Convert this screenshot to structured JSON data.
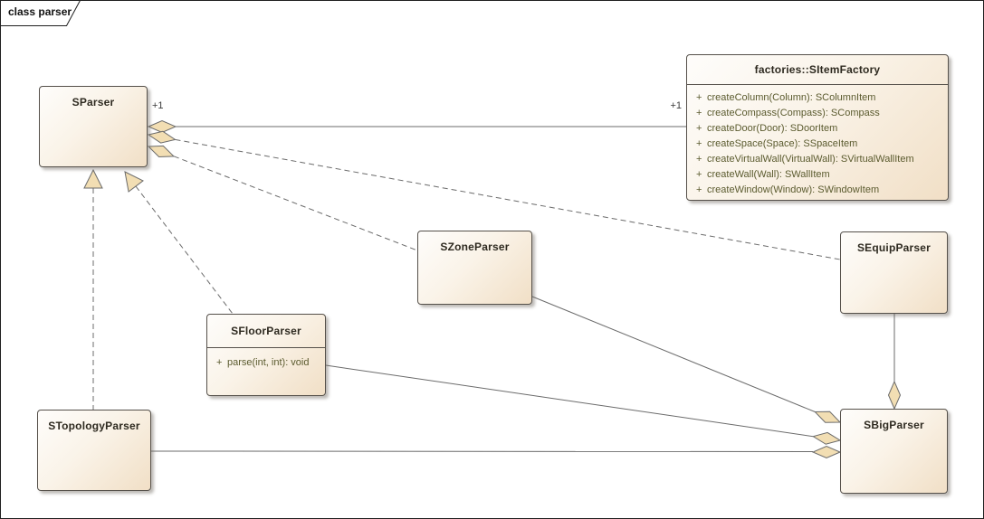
{
  "frame": {
    "title": "class parser"
  },
  "colors": {
    "box_fill_light": "#fefdfb",
    "box_fill_dark": "#f1dfc6",
    "box_border": "#55504a",
    "line": "#6b6b6b",
    "adornment_fill": "#f2deb3",
    "method_text": "#5b5b2f",
    "title_text": "#2e2a20"
  },
  "diagram": {
    "classes": [
      {
        "name": "SParser",
        "methods": []
      },
      {
        "name": "factories::SItemFactory",
        "methods": [
          {
            "vis": "+",
            "sig": "createColumn(Column): SColumnItem"
          },
          {
            "vis": "+",
            "sig": "createCompass(Compass): SCompass"
          },
          {
            "vis": "+",
            "sig": "createDoor(Door): SDoorItem"
          },
          {
            "vis": "+",
            "sig": "createSpace(Space): SSpaceItem"
          },
          {
            "vis": "+",
            "sig": "createVirtualWall(VirtualWall): SVirtualWallItem"
          },
          {
            "vis": "+",
            "sig": "createWall(Wall): SWallItem"
          },
          {
            "vis": "+",
            "sig": "createWindow(Window): SWindowItem"
          }
        ]
      },
      {
        "name": "SZoneParser",
        "methods": []
      },
      {
        "name": "SEquipParser",
        "methods": []
      },
      {
        "name": "SFloorParser",
        "methods": [
          {
            "vis": "+",
            "sig": "parse(int, int): void"
          }
        ]
      },
      {
        "name": "STopologyParser",
        "methods": []
      },
      {
        "name": "SBigParser",
        "methods": []
      }
    ],
    "multiplicity_labels": [
      {
        "text": "+1",
        "near": "SParser"
      },
      {
        "text": "+1",
        "near": "factories::SItemFactory"
      }
    ],
    "edges": [
      {
        "from": "SParser",
        "to": "factories::SItemFactory",
        "style": "solid",
        "from_adornment": "aggregation-diamond",
        "labels": [
          "+1",
          "+1"
        ]
      },
      {
        "from": "SParser",
        "to": "SEquipParser",
        "style": "dashed",
        "from_adornment": "aggregation-diamond"
      },
      {
        "from": "SParser",
        "to": "SZoneParser",
        "style": "dashed",
        "from_adornment": "aggregation-diamond"
      },
      {
        "from": "STopologyParser",
        "to": "SParser",
        "style": "dashed",
        "to_adornment": "triangle-arrowhead"
      },
      {
        "from": "SFloorParser",
        "to": "SParser",
        "style": "dashed",
        "to_adornment": "triangle-arrowhead"
      },
      {
        "from": "SZoneParser",
        "to": "SBigParser",
        "style": "solid",
        "to_adornment": "aggregation-diamond"
      },
      {
        "from": "SFloorParser",
        "to": "SBigParser",
        "style": "solid",
        "to_adornment": "aggregation-diamond"
      },
      {
        "from": "STopologyParser",
        "to": "SBigParser",
        "style": "solid",
        "to_adornment": "aggregation-diamond"
      },
      {
        "from": "SEquipParser",
        "to": "SBigParser",
        "style": "solid",
        "to_adornment": "aggregation-diamond"
      }
    ]
  }
}
